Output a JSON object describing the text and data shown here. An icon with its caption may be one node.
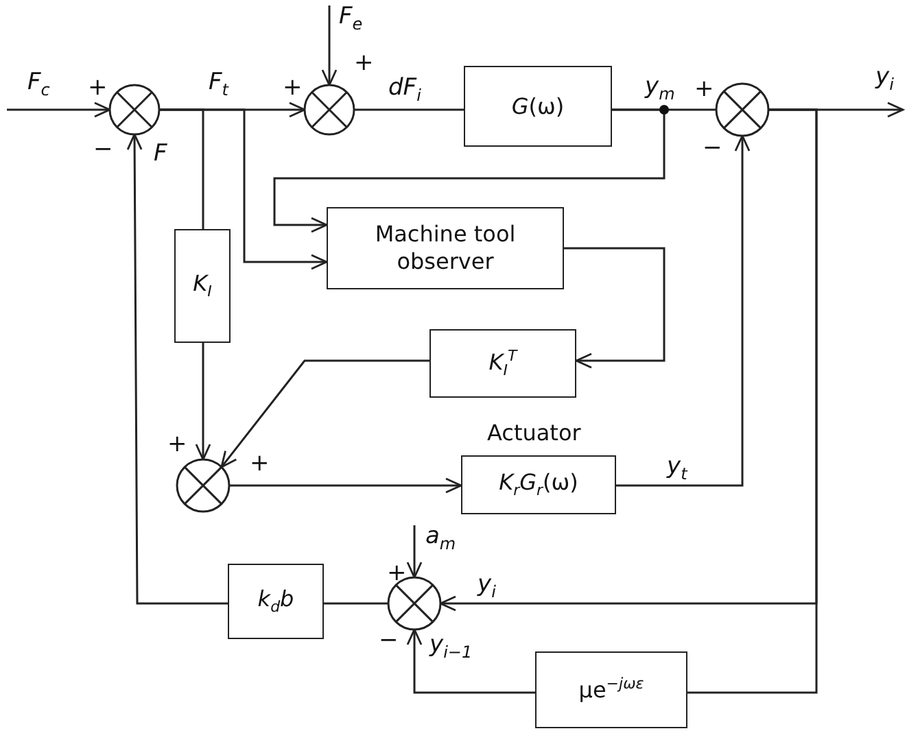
{
  "diagram": {
    "nodes": [
      {
        "text": [],
        "shape": "circle"
      },
      {
        "text": [],
        "shape": "circle"
      },
      {
        "text": [
          "*G*(ω)"
        ]
      },
      {
        "text": [],
        "shape": "circle"
      },
      {
        "text": [
          "Machine tool observer"
        ]
      },
      {
        "text": [
          "*K*$_{I}$"
        ]
      },
      {
        "text": [
          "*K*$_{I}$$^{T}$"
        ]
      },
      {
        "text": [],
        "shape": "circle"
      },
      {
        "text": [
          "Actuator",
          "*K*$_{r}$*G*$_{r}$(ω)"
        ]
      },
      {
        "text": [],
        "shape": "circle"
      },
      {
        "text": [
          "*k*$_{d}$*b*"
        ]
      },
      {
        "text": [
          "μe$^{−jωε}$"
        ]
      }
    ],
    "edges": [
      {
        "from": null,
        "to": 0,
        "arrow": "to",
        "label": "*F*$_{c}$"
      },
      {
        "from": 0,
        "to": 1,
        "arrow": "to",
        "label": "*F*$_{t}$"
      },
      {
        "from": null,
        "to": 1,
        "arrow": "to",
        "label": "*F*$_{e}$"
      },
      {
        "from": 1,
        "to": 2,
        "arrow": "none",
        "label": "dF$_{i}$"
      },
      {
        "from": 2,
        "to": 3,
        "arrow": "none",
        "label": "*y*$_{m}$"
      },
      {
        "from": 3,
        "to": null,
        "arrow": "to",
        "label": "*y*$_{i}$"
      },
      {
        "from": 0,
        "to": 5,
        "arrow": "none"
      },
      {
        "from": 0,
        "to": 4,
        "arrow": "to"
      },
      {
        "from": 2,
        "to": 4,
        "arrow": "to"
      },
      {
        "from": 4,
        "to": 6,
        "arrow": "to"
      },
      {
        "from": 5,
        "to": 7,
        "arrow": "to"
      },
      {
        "from": 6,
        "to": 7,
        "arrow": "to"
      },
      {
        "from": 7,
        "to": 8,
        "arrow": "to"
      },
      {
        "from": 8,
        "to": 3,
        "arrow": "to",
        "label": "*y*$_{t}$"
      },
      {
        "from": 3,
        "to": 9,
        "arrow": "to",
        "label": "*y*$_{i}$"
      },
      {
        "from": 3,
        "to": 11,
        "arrow": "none"
      },
      {
        "from": 11,
        "to": 9,
        "arrow": "to",
        "label": "*y*$_{i−1}$"
      },
      {
        "from": null,
        "to": 9,
        "arrow": "to",
        "label": "*a*$_{m}$"
      },
      {
        "from": 9,
        "to": 10,
        "arrow": "none"
      },
      {
        "from": 10,
        "to": 0,
        "arrow": "to",
        "label": "*F*"
      }
    ],
    "labels": [
      "+",
      "+",
      "+",
      "−",
      "+",
      "−",
      "+",
      "+",
      "+",
      "−"
    ]
  }
}
